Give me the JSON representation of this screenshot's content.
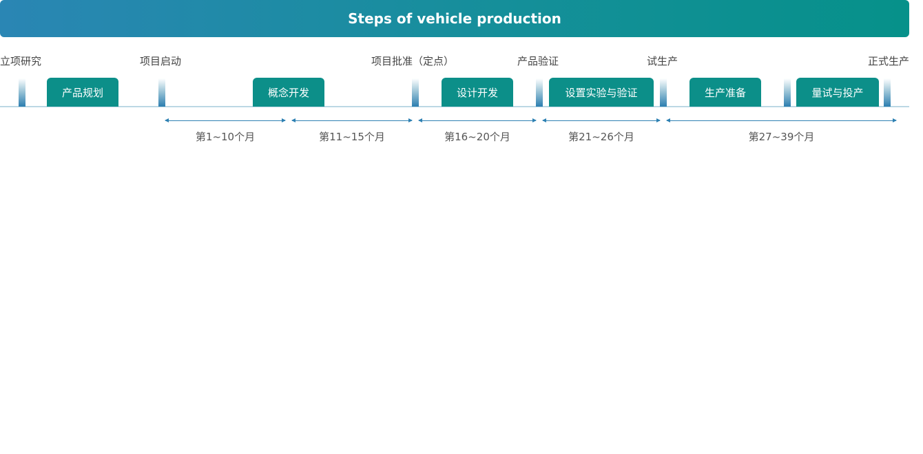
{
  "title": "Steps of vehicle production",
  "colors": {
    "header_start": "#2a86b4",
    "header_end": "#06918a",
    "phase": "#0c8f89",
    "arrow": "#2d80b2"
  },
  "milestones": [
    {
      "label": "立项研究"
    },
    {
      "label": "项目启动"
    },
    {
      "label": "项目批准（定点）"
    },
    {
      "label": "产品验证"
    },
    {
      "label": "试生产"
    },
    {
      "label": "正式生产"
    }
  ],
  "phases": [
    {
      "label": "产品规划"
    },
    {
      "label": "概念开发"
    },
    {
      "label": "设计开发"
    },
    {
      "label": "设置实验与验证"
    },
    {
      "label": "生产准备"
    },
    {
      "label": "量试与投产"
    }
  ],
  "durations": [
    {
      "label": "第1~10个月"
    },
    {
      "label": "第11~15个月"
    },
    {
      "label": "第16~20个月"
    },
    {
      "label": "第21~26个月"
    },
    {
      "label": "第27~39个月"
    }
  ]
}
